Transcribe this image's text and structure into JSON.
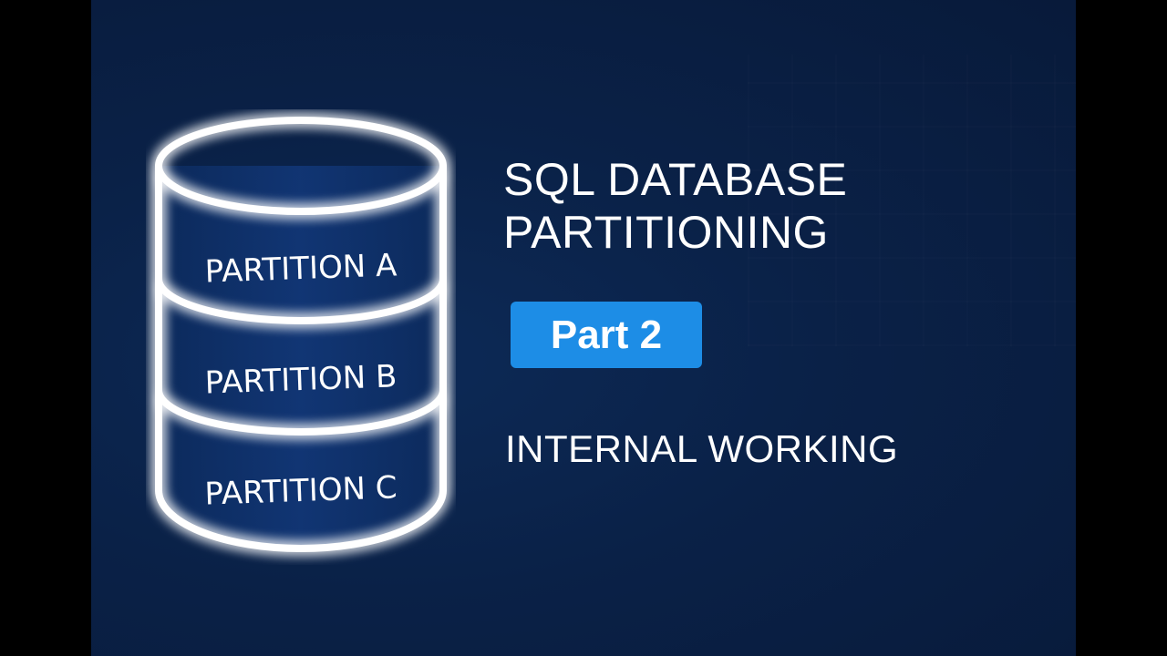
{
  "title": {
    "line1": "SQL DATABASE",
    "line2": "PARTITIONING"
  },
  "badge": "Part 2",
  "subtitle": "INTERNAL WORKING",
  "database": {
    "partitions": [
      "PARTITION A",
      "PARTITION B",
      "PARTITION C"
    ]
  },
  "colors": {
    "background": "#0a2147",
    "accent": "#1d8de6",
    "outline": "#ffffff",
    "glow": "#3aa0ff"
  }
}
